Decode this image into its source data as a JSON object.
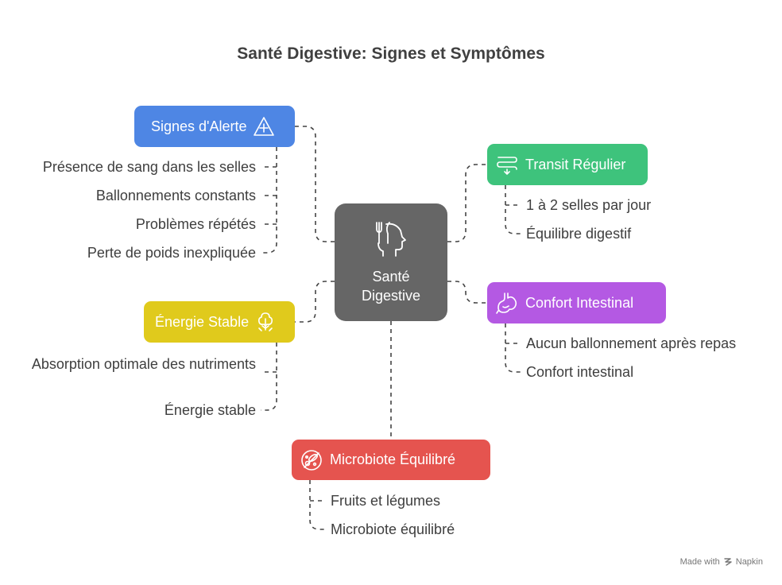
{
  "title": "Santé Digestive: Signes et Symptômes",
  "center": {
    "label": "Santé Digestive",
    "icon": "head-fork-icon"
  },
  "branches": {
    "signes_alerte": {
      "label": "Signes d'Alerte",
      "color": "#4e86e4",
      "icon": "warning-triangle-icon",
      "items": [
        "Présence de sang dans les selles",
        "Ballonnements constants",
        "Problèmes répétés",
        "Perte de poids inexpliquée"
      ]
    },
    "energie_stable": {
      "label": "Énergie Stable",
      "color": "#e0ca1c",
      "icon": "plant-icon",
      "items": [
        "Absorption optimale des nutriments",
        "Énergie stable"
      ]
    },
    "transit_regulier": {
      "label": "Transit Régulier",
      "color": "#3ec37c",
      "icon": "intestine-flow-icon",
      "items": [
        "1 à 2 selles par jour",
        "Équilibre digestif"
      ]
    },
    "confort_intestinal": {
      "label": "Confort Intestinal",
      "color": "#b459e3",
      "icon": "stomach-icon",
      "items": [
        "Aucun ballonnement après repas",
        "Confort intestinal"
      ]
    },
    "microbiote": {
      "label": "Microbiote Équilibré",
      "color": "#e5544f",
      "icon": "bacteria-icon",
      "items": [
        "Fruits et légumes",
        "Microbiote équilibré"
      ]
    }
  },
  "footer": {
    "made_with": "Made with",
    "brand": "Napkin"
  }
}
